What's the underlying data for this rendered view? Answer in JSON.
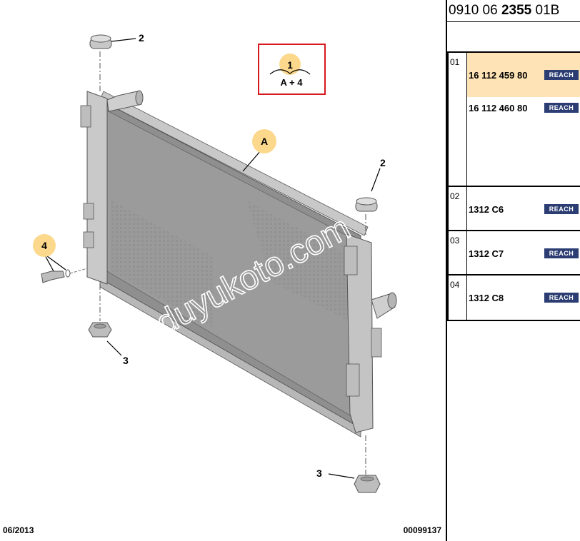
{
  "diagram": {
    "callout_box": {
      "top_number": "1",
      "bottom_text": "A + 4"
    },
    "labels": {
      "top_grommet": "2",
      "right_grommet": "2",
      "left_sensor": "4",
      "bottom_left_mount": "3",
      "bottom_right_mount": "3",
      "radiator_core": "A"
    },
    "watermark": "duyukoto.com",
    "footer_date": "06/2013",
    "footer_ref": "00099137"
  },
  "parts_panel": {
    "ref_prefix": "0910 06 ",
    "ref_main": "2355",
    "ref_suffix": " 01B",
    "rows": [
      {
        "num": "01",
        "parts": [
          {
            "part_no": "16 112 459 80",
            "badge": "REACH"
          },
          {
            "part_no": "16 112 460 80",
            "badge": "REACH"
          }
        ]
      },
      {
        "num": "02",
        "parts": [
          {
            "part_no": "1312 C6",
            "badge": "REACH"
          }
        ]
      },
      {
        "num": "03",
        "parts": [
          {
            "part_no": "1312 C7",
            "badge": "REACH"
          }
        ]
      },
      {
        "num": "04",
        "parts": [
          {
            "part_no": "1312 C8",
            "badge": "REACH"
          }
        ]
      }
    ]
  },
  "colors": {
    "highlight": "#fde3b5",
    "callout_circle": "#fbd88c",
    "callout_box_border": "#d7191e",
    "reach_badge": "#2b3d72"
  }
}
